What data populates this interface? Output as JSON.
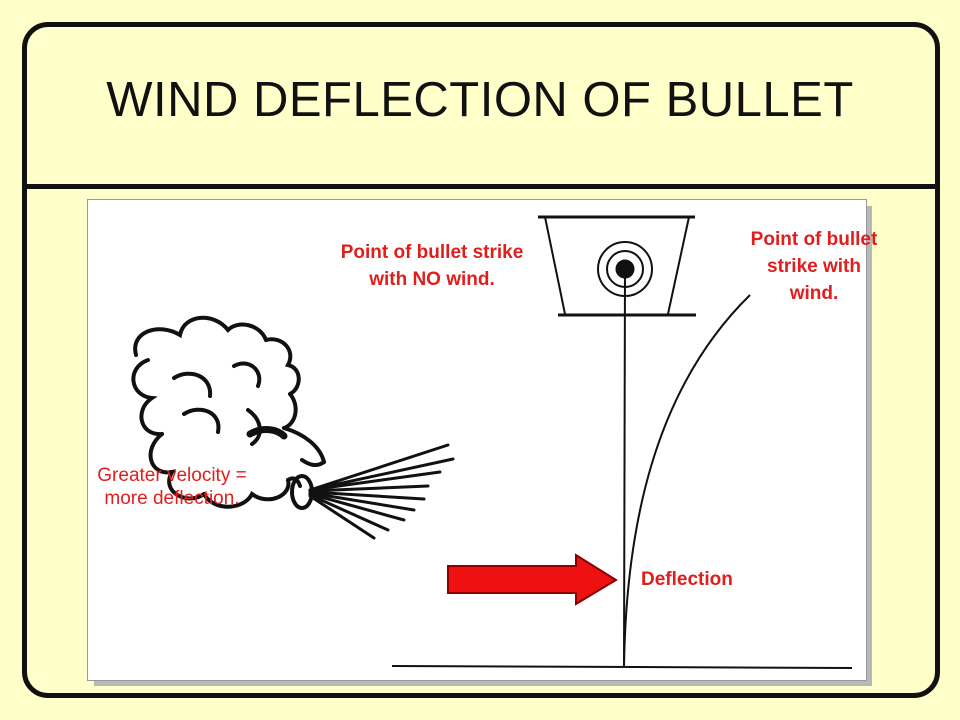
{
  "slide": {
    "title": "WIND DEFLECTION OF BULLET"
  },
  "diagram": {
    "label_no_wind_line1": "Point of bullet strike",
    "label_no_wind_line2": "with NO wind.",
    "label_with_wind_line1": "Point of bullet",
    "label_with_wind_line2": "strike with",
    "label_with_wind_line3": "wind.",
    "label_velocity_line1": "Greater velocity =",
    "label_velocity_line2": "more deflection.",
    "label_deflection": "Deflection",
    "colors": {
      "background": "#ffffc9",
      "label_text": "#e11e1e",
      "arrow": "#ee1111",
      "lines": "#111111"
    },
    "icons": [
      "target-icon",
      "wind-face-icon",
      "deflection-arrow-icon"
    ]
  }
}
